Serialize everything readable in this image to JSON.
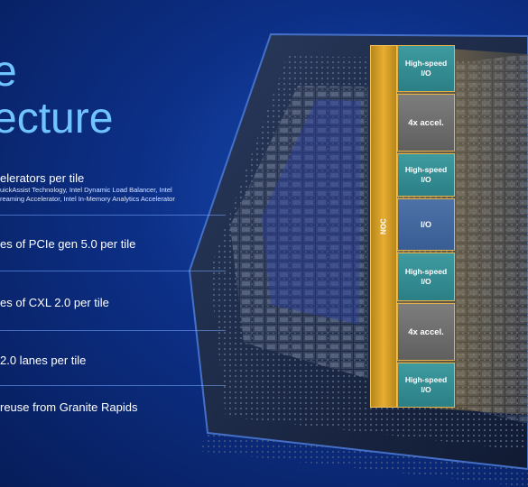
{
  "title": {
    "line1": "e",
    "line2": "ecture"
  },
  "rows": [
    {
      "main": "elerators per tile",
      "sub1": "uickAssist Technology, Intel Dynamic Load Balancer, Intel",
      "sub2": "reaming Accelerator, Intel In-Memory Analytics Accelerator"
    },
    {
      "main": "es of PCIe gen 5.0 per tile"
    },
    {
      "main": "es of CXL 2.0 per tile"
    },
    {
      "main": "2.0 lanes per tile"
    },
    {
      "main": "reuse from Granite Rapids"
    }
  ],
  "chip": {
    "noc_label": "NOC",
    "blocks": [
      {
        "line1": "High-speed",
        "line2": "I/O"
      },
      {
        "line1": "4x accel.",
        "line2": ""
      },
      {
        "line1": "High-speed",
        "line2": "I/O"
      },
      {
        "line1": "I/O",
        "line2": ""
      },
      {
        "line1": "High-speed",
        "line2": "I/O"
      },
      {
        "line1": "4x accel.",
        "line2": ""
      },
      {
        "line1": "High-speed",
        "line2": "I/O"
      }
    ]
  }
}
